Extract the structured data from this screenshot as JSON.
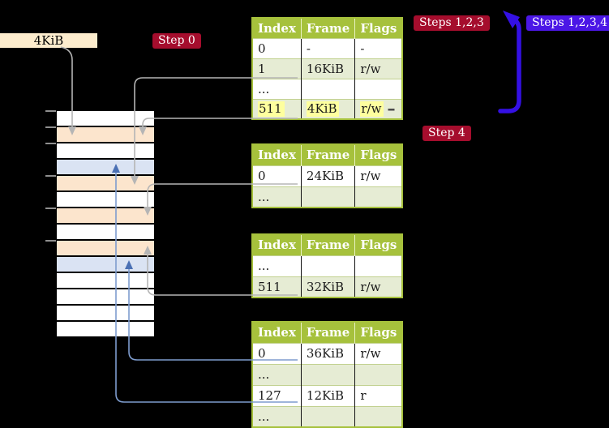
{
  "colors": {
    "table_header_green": "#a6c13c",
    "table_row_green": "#e6ecd4",
    "highlight_yellow": "#feff9e",
    "badge_crimson": "#a50d2d",
    "badge_indigo": "#4b17e6",
    "arrow_indigo": "#3410e4",
    "frame_label_cream": "#fceccd",
    "strip_orange": "#fce5cd",
    "strip_blue": "#dae3f3",
    "connector_gray": "#b5b5b5",
    "connector_blue": "#7e9cce",
    "connector_blue_head": "#4a70b4"
  },
  "labels": {
    "frame_size_label": "4KiB",
    "step0": "Step 0",
    "steps_123": "Steps 1,2,3",
    "steps_1234": "Steps 1,2,3,4",
    "step4": "Step 4"
  },
  "table_headers": [
    "Index",
    "Frame",
    "Flags"
  ],
  "tables": [
    {
      "rows": [
        [
          "0",
          "-",
          "-"
        ],
        [
          "1",
          "16KiB",
          "r/w"
        ],
        [
          "...",
          "",
          ""
        ],
        [
          "511",
          "4KiB",
          "r/w"
        ]
      ],
      "highlight_row": 3
    },
    {
      "rows": [
        [
          "0",
          "24KiB",
          "r/w"
        ],
        [
          "...",
          "",
          ""
        ]
      ],
      "highlight_row": -1
    },
    {
      "rows": [
        [
          "...",
          "",
          ""
        ],
        [
          "511",
          "32KiB",
          "r/w"
        ]
      ],
      "highlight_row": -1
    },
    {
      "rows": [
        [
          "0",
          "36KiB",
          "r/w"
        ],
        [
          "...",
          "",
          ""
        ],
        [
          "127",
          "12KiB",
          "r"
        ],
        [
          "...",
          "",
          ""
        ]
      ],
      "highlight_row": -1
    }
  ],
  "memory_strip": {
    "rows": [
      "empty",
      "table",
      "empty",
      "page",
      "table",
      "empty",
      "table",
      "empty",
      "table",
      "page",
      "empty",
      "empty",
      "empty",
      "empty"
    ]
  }
}
